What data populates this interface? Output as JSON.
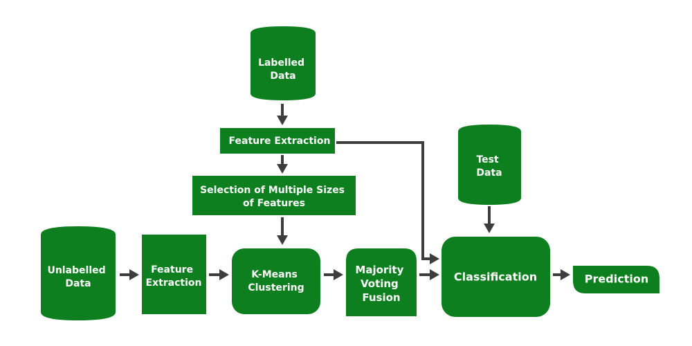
{
  "title": "Semi-supervised classification pipeline",
  "colors": {
    "node": "#0e7f1f",
    "text": "#ffffff",
    "arrow": "#3d3d3d",
    "background": "#ffffff"
  },
  "nodes": {
    "labelled_data": {
      "shape": "cylinder",
      "lines": [
        "Labelled",
        "Data"
      ]
    },
    "feature_extraction_top": {
      "shape": "rectangle",
      "lines": [
        "Feature Extraction"
      ]
    },
    "selection": {
      "shape": "rectangle",
      "lines": [
        "Selection of Multiple Sizes",
        "of Features"
      ]
    },
    "unlabelled_data": {
      "shape": "cylinder",
      "lines": [
        "Unlabelled",
        "Data"
      ]
    },
    "feature_extraction_left": {
      "shape": "rectangle",
      "lines": [
        "Feature",
        "Extraction"
      ]
    },
    "kmeans": {
      "shape": "rounded-rectangle",
      "lines": [
        "K-Means",
        "Clustering"
      ]
    },
    "majority_voting": {
      "shape": "top-rounded-rectangle",
      "lines": [
        "Majority",
        "Voting",
        "Fusion"
      ]
    },
    "test_data": {
      "shape": "cylinder",
      "lines": [
        "Test",
        "Data"
      ]
    },
    "classification": {
      "shape": "rounded-rectangle",
      "lines": [
        "Classification"
      ]
    },
    "prediction": {
      "shape": "diagonal-rounded-rectangle",
      "lines": [
        "Prediction"
      ]
    }
  },
  "edges": [
    {
      "from": "labelled_data",
      "to": "feature_extraction_top"
    },
    {
      "from": "feature_extraction_top",
      "to": "selection"
    },
    {
      "from": "selection",
      "to": "kmeans"
    },
    {
      "from": "feature_extraction_top",
      "to": "classification"
    },
    {
      "from": "unlabelled_data",
      "to": "feature_extraction_left"
    },
    {
      "from": "feature_extraction_left",
      "to": "kmeans"
    },
    {
      "from": "kmeans",
      "to": "majority_voting"
    },
    {
      "from": "majority_voting",
      "to": "classification"
    },
    {
      "from": "test_data",
      "to": "classification"
    },
    {
      "from": "classification",
      "to": "prediction"
    }
  ]
}
